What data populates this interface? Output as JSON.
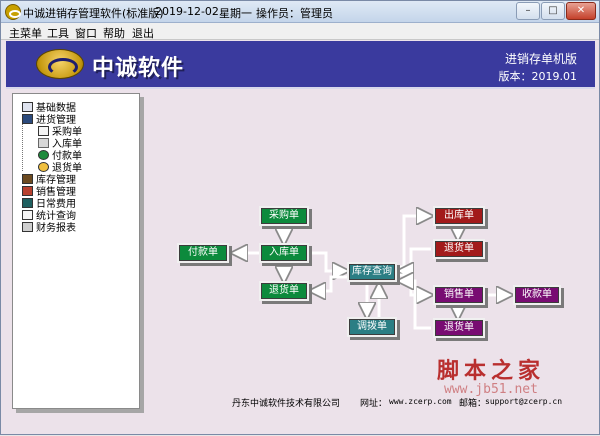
{
  "titlebar": {
    "app_title": "中诚进销存管理软件(标准版)",
    "date": "2019-12-02",
    "weekday": "星期一",
    "operator": "操作员：管理员",
    "minimize": "–",
    "maximize": "□",
    "close": "✕"
  },
  "menu": [
    "主菜单",
    "工具",
    "窗口",
    "帮助",
    "退出"
  ],
  "banner": {
    "logo_text": "中诚软件",
    "edition": "进销存单机版",
    "version": "版本：2019.01"
  },
  "tree": [
    {
      "label": "基础数据",
      "icon": "database-icon"
    },
    {
      "label": "进货管理",
      "icon": "purchase-icon"
    },
    {
      "label": "采购单",
      "icon": "order-icon"
    },
    {
      "label": "入库单",
      "icon": "inbound-icon"
    },
    {
      "label": "付款单",
      "icon": "payment-icon"
    },
    {
      "label": "退货单",
      "icon": "return-icon"
    },
    {
      "label": "库存管理",
      "icon": "warehouse-icon"
    },
    {
      "label": "销售管理",
      "icon": "sales-icon"
    },
    {
      "label": "日常费用",
      "icon": "expense-icon"
    },
    {
      "label": "统计查询",
      "icon": "statistics-icon"
    },
    {
      "label": "财务报表",
      "icon": "report-icon"
    }
  ],
  "flow": {
    "purchase_order": "采购单",
    "payment": "付款单",
    "inbound": "入库单",
    "purchase_return": "退货单",
    "stock_query": "库存查询",
    "transfer": "调拨单",
    "outbound": "出库单",
    "outbound_return": "退货单",
    "sales_order": "销售单",
    "receipt": "收款单",
    "sales_return": "退货单"
  },
  "footer": {
    "company": "丹东中诚软件技术有限公司",
    "website_label": "网址：",
    "website": "www.zcerp.com",
    "email_label": "邮箱：",
    "email": "support@zcerp.cn"
  },
  "watermark": {
    "text": "脚本之家",
    "url": "www.jb51.net"
  },
  "colors": {
    "banner": "#3a3a9e",
    "purchase_box": "#0c8a3c",
    "stock_box": "#2b7e84",
    "outbound_box": "#a21a1a",
    "sales_box": "#780c72",
    "background": "#ece2ea"
  }
}
